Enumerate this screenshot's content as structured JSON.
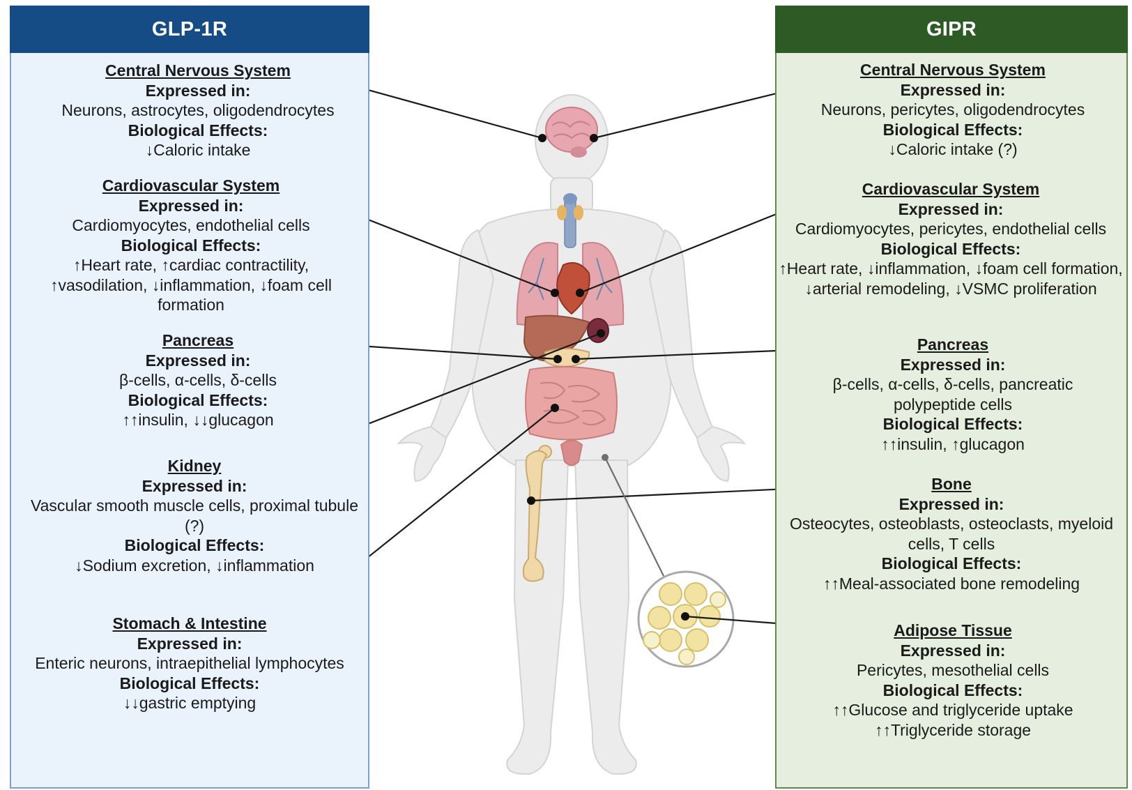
{
  "colors": {
    "glp_header": "#154c85",
    "glp_fill": "#eaf2fc",
    "glp_border": "#7aa0d4",
    "gip_header": "#2e5a26",
    "gip_fill": "#e6efdf",
    "gip_border": "#5e8a4e",
    "body": "#ebebeb",
    "connector": "#1a1a1a"
  },
  "left_panel": {
    "title": "GLP-1R",
    "sections": [
      {
        "title": "Central Nervous System",
        "expressed_label": "Expressed in:",
        "expressed_text": "Neurons, astrocytes, oligodendrocytes",
        "effects_label": "Biological Effects:",
        "effects_text": "↓Caloric intake"
      },
      {
        "title": "Cardiovascular System",
        "expressed_label": "Expressed in:",
        "expressed_text": "Cardiomyocytes, endothelial cells",
        "effects_label": "Biological Effects:",
        "effects_text": "↑Heart rate, ↑cardiac contractility, ↑vasodilation, ↓inflammation, ↓foam cell formation"
      },
      {
        "title": "Pancreas",
        "expressed_label": "Expressed in:",
        "expressed_text": "β-cells, α-cells, δ-cells",
        "effects_label": "Biological Effects:",
        "effects_text": "↑↑insulin, ↓↓glucagon"
      },
      {
        "title": "Kidney",
        "expressed_label": "Expressed in:",
        "expressed_text": "Vascular smooth muscle cells, proximal tubule (?)",
        "effects_label": "Biological Effects:",
        "effects_text": "↓Sodium excretion, ↓inflammation"
      },
      {
        "title": "Stomach & Intestine",
        "expressed_label": "Expressed in:",
        "expressed_text": "Enteric neurons, intraepithelial lymphocytes",
        "effects_label": "Biological Effects:",
        "effects_text": "↓↓gastric emptying"
      }
    ]
  },
  "right_panel": {
    "title": "GIPR",
    "sections": [
      {
        "title": "Central Nervous System",
        "expressed_label": "Expressed in:",
        "expressed_text": "Neurons, pericytes, oligodendrocytes",
        "effects_label": "Biological Effects:",
        "effects_text": "↓Caloric intake (?)"
      },
      {
        "title": "Cardiovascular System",
        "expressed_label": "Expressed in:",
        "expressed_text": "Cardiomyocytes, pericytes, endothelial cells",
        "effects_label": "Biological Effects:",
        "effects_text": "↑Heart rate, ↓inflammation, ↓foam cell formation, ↓arterial remodeling, ↓VSMC proliferation"
      },
      {
        "title": "Pancreas",
        "expressed_label": "Expressed in:",
        "expressed_text": "β-cells, α-cells, δ-cells, pancreatic polypeptide cells",
        "effects_label": "Biological Effects:",
        "effects_text": "↑↑insulin, ↑glucagon"
      },
      {
        "title": "Bone",
        "expressed_label": "Expressed in:",
        "expressed_text": "Osteocytes, osteoblasts, osteoclasts, myeloid cells, T cells",
        "effects_label": "Biological Effects:",
        "effects_text": "↑↑Meal-associated bone remodeling"
      },
      {
        "title": "Adipose Tissue",
        "expressed_label": "Expressed in:",
        "expressed_text": "Pericytes, mesothelial cells",
        "effects_label": "Biological Effects:",
        "effects_text": "↑↑Glucose and triglyceride uptake ↑↑Triglyceride storage"
      }
    ]
  }
}
